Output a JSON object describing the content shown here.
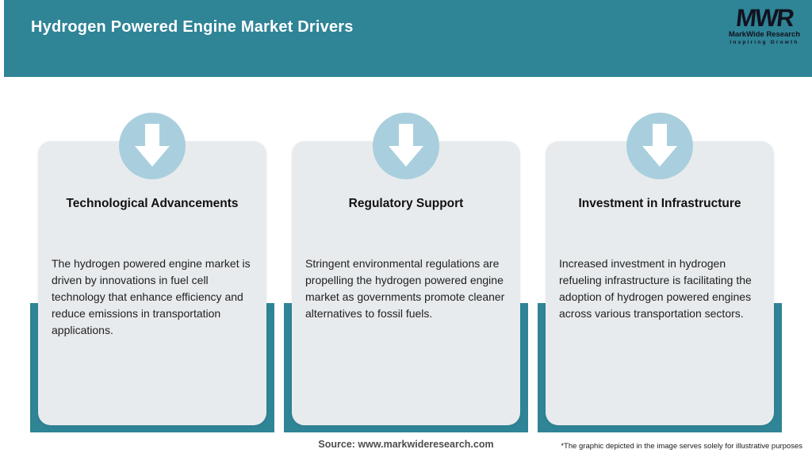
{
  "header": {
    "title": "Hydrogen Powered Engine Market Drivers",
    "logo": {
      "mark": "MWR",
      "name": "MarkWide Research",
      "tagline": "Inspiring Growth"
    }
  },
  "cards": [
    {
      "title": "Technological Advancements",
      "body": "The hydrogen powered engine market is driven by innovations in fuel cell technology that enhance efficiency and reduce emissions in transportation applications.",
      "icon": "down-arrow-icon"
    },
    {
      "title": "Regulatory Support",
      "body": "Stringent environmental regulations are propelling the hydrogen powered engine market as governments promote cleaner alternatives to fossil fuels.",
      "icon": "down-arrow-icon"
    },
    {
      "title": "Investment in Infrastructure",
      "body": "Increased investment in hydrogen refueling infrastructure is facilitating the adoption of hydrogen powered engines across various transportation sectors.",
      "icon": "down-arrow-icon"
    }
  ],
  "footer": {
    "source": "Source: www.markwideresearch.com",
    "disclaimer": "*The graphic depicted in the image serves solely for illustrative purposes"
  },
  "colors": {
    "header_teal": "#2F8496",
    "card_backing_teal": "#2F8496",
    "card_bg": "#E8EBED",
    "arrow_circle_blue": "#A9CFDE",
    "arrow_white": "#FFFFFF",
    "title_text": "#FFFFFF",
    "body_text": "#212121",
    "logo_dark": "#12121F"
  }
}
